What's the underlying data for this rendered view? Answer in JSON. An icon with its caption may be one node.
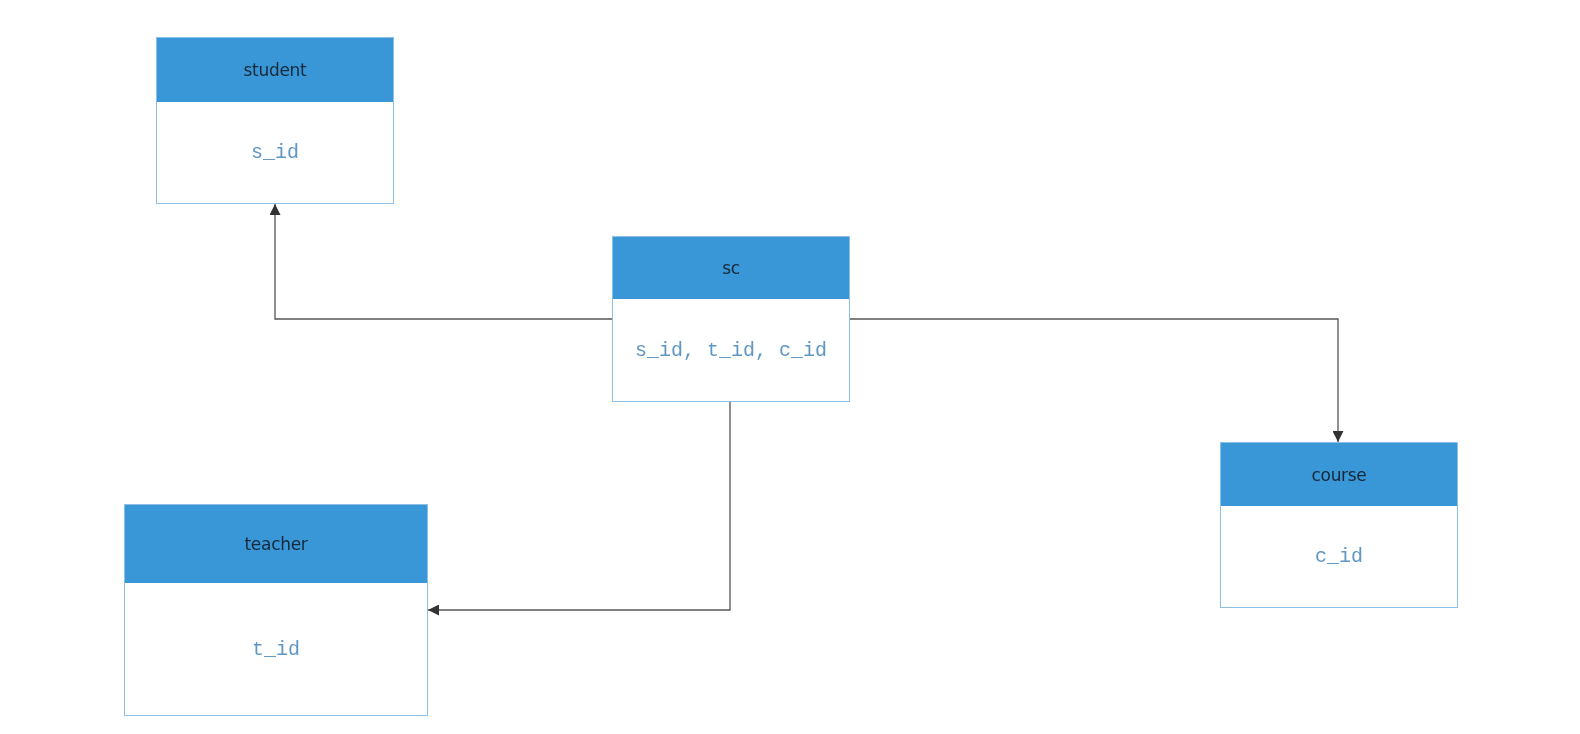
{
  "diagram": {
    "nodes": [
      {
        "text": [
          "student",
          "s_id"
        ]
      },
      {
        "text": [
          "sc",
          "s_id, t_id, c_id"
        ]
      },
      {
        "text": [
          "course",
          "c_id"
        ]
      },
      {
        "text": [
          "teacher",
          "t_id"
        ]
      }
    ],
    "edges": [
      {
        "from": 1,
        "to": 0,
        "arrow": "to"
      },
      {
        "from": 1,
        "to": 2,
        "arrow": "to"
      },
      {
        "from": 1,
        "to": 3,
        "arrow": "to"
      }
    ]
  }
}
